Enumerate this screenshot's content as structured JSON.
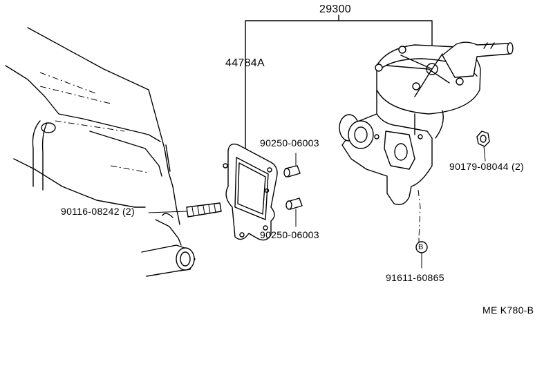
{
  "labels": {
    "assembly": "29300",
    "gasket": "44784A",
    "pin_upper": "90250-06003",
    "pin_lower": "90250-06003",
    "nut": "90179-08044 (2)",
    "stud": "90116-08242 (2)",
    "bolt_marker": "B",
    "bolt": "91611-60865",
    "code": "ME K780-B"
  }
}
